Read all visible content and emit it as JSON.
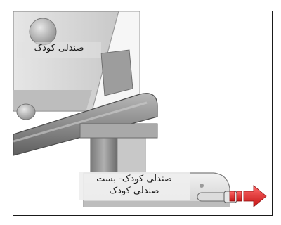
{
  "labels": {
    "seat_label": "صندلی کودک",
    "latch_label_line1": "صندلی کودک- بست",
    "latch_label_line2": "صندلی کودک"
  },
  "icons": [
    "arrow-right-icon"
  ],
  "colors": {
    "frame_border": "#1a1a1a",
    "arrow_red": "#e02020",
    "metal_light": "#d8d8d8",
    "metal_dark": "#8a8a8a",
    "seat_gray": "#cfcfcf"
  }
}
